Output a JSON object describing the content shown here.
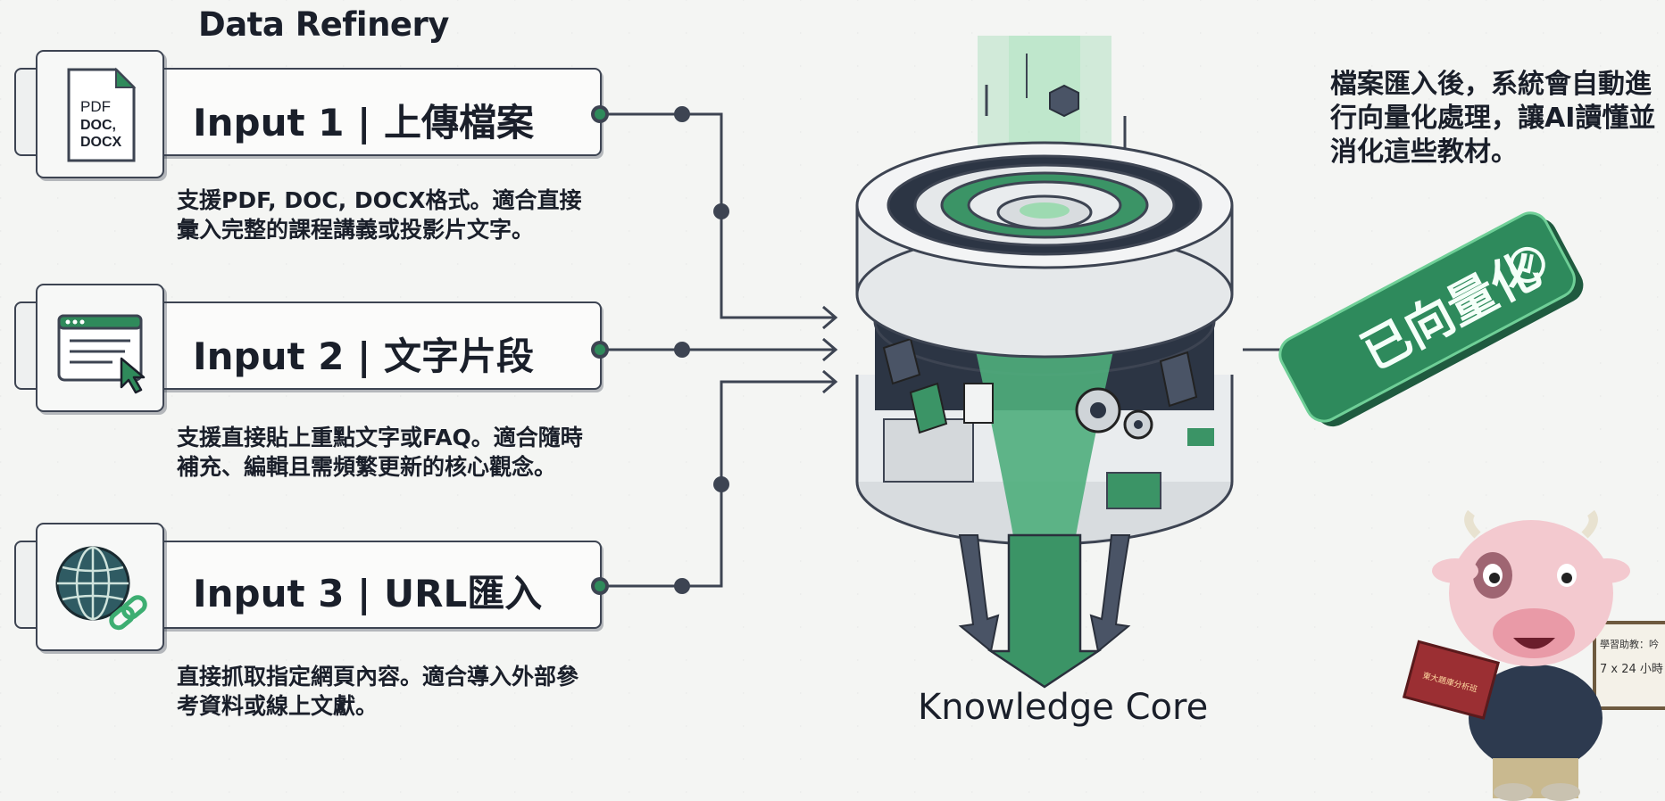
{
  "title": "Data Refinery",
  "inputs": [
    {
      "label": "Input 1 | 上傳檔案",
      "icon": "document-icon",
      "desc": "支援PDF, DOC, DOCX格式。適合直接彙入完整的課程講義或投影片文字。",
      "doc_lines": [
        "PDF",
        "DOC,",
        "DOCX"
      ]
    },
    {
      "label": "Input 2 | 文字片段",
      "icon": "text-window-icon",
      "desc": "支援直接貼上重點文字或FAQ。適合隨時補充、編輯且需頻繁更新的核心觀念。"
    },
    {
      "label": "Input 3 | URL匯入",
      "icon": "globe-link-icon",
      "desc": "直接抓取指定網頁內容。適合導入外部參考資料或線上文獻。"
    }
  ],
  "core": {
    "label": "Knowledge Core"
  },
  "note": "檔案匯入後，系統會自動進行向量化處理，讓AI讀懂並消化這些教材。",
  "badge": {
    "label": "已向量化",
    "icon": "check-circle-icon"
  },
  "mascot": {
    "book_text": "東大題庫分析班",
    "board_line1": "學習助教：吟",
    "board_line2": "7 x 24 小時"
  },
  "colors": {
    "accent": "#2f8a5b",
    "badge": "#2e8a5c",
    "outline": "#3d4452"
  }
}
